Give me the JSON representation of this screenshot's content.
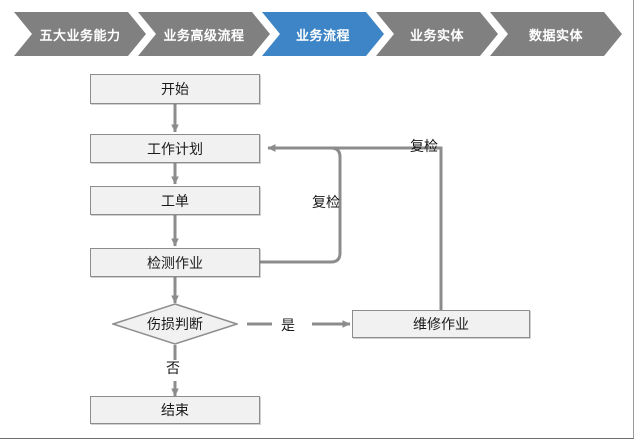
{
  "breadcrumb": {
    "steps": [
      {
        "label": "五大业务能力",
        "active": false
      },
      {
        "label": "业务高级流程",
        "active": false
      },
      {
        "label": "业务流程",
        "active": true
      },
      {
        "label": "业务实体",
        "active": false
      },
      {
        "label": "数据实体",
        "active": false
      }
    ],
    "active_color": "#3d85c6",
    "inactive_color": "#808080",
    "text_color": "#ffffff"
  },
  "flowchart": {
    "node_fill": "#f1f1f1",
    "node_border": "#8d8d8d",
    "connector_color": "#8c8c8c",
    "nodes": {
      "start": {
        "label": "开始"
      },
      "work_plan": {
        "label": "工作计划"
      },
      "work_order": {
        "label": "工单"
      },
      "inspection": {
        "label": "检测作业"
      },
      "decision": {
        "label": "伤损判断"
      },
      "repair": {
        "label": "维修作业"
      },
      "end": {
        "label": "结束"
      }
    },
    "edge_labels": {
      "recheck_inner": "复检",
      "recheck_outer": "复检",
      "yes": "是",
      "no": "否"
    }
  }
}
